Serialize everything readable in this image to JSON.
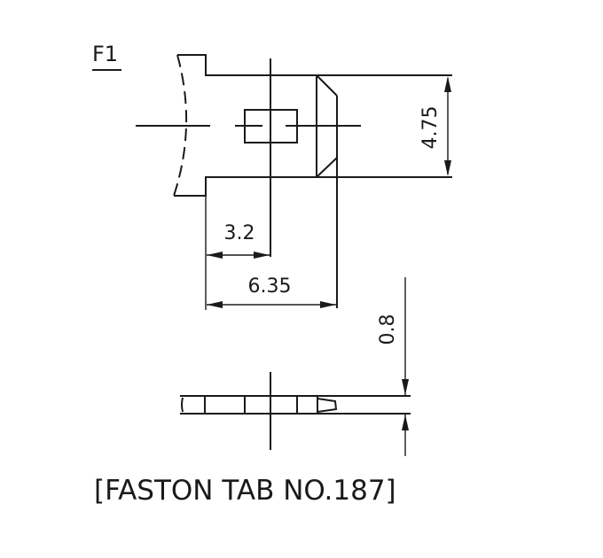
{
  "figure": {
    "id_label": "F1",
    "caption": "[FASTON TAB NO.187]"
  },
  "dimensions": {
    "width": "4.75",
    "hole_offset": "3.2",
    "tab_length": "6.35",
    "thickness": "0.8"
  },
  "views": {
    "top_view": "tab outline with rectangular hole, chamfered tip and break line",
    "side_view": "tab profile showing thickness"
  },
  "colors": {
    "line": "#1a1a1a",
    "background": "#ffffff"
  }
}
